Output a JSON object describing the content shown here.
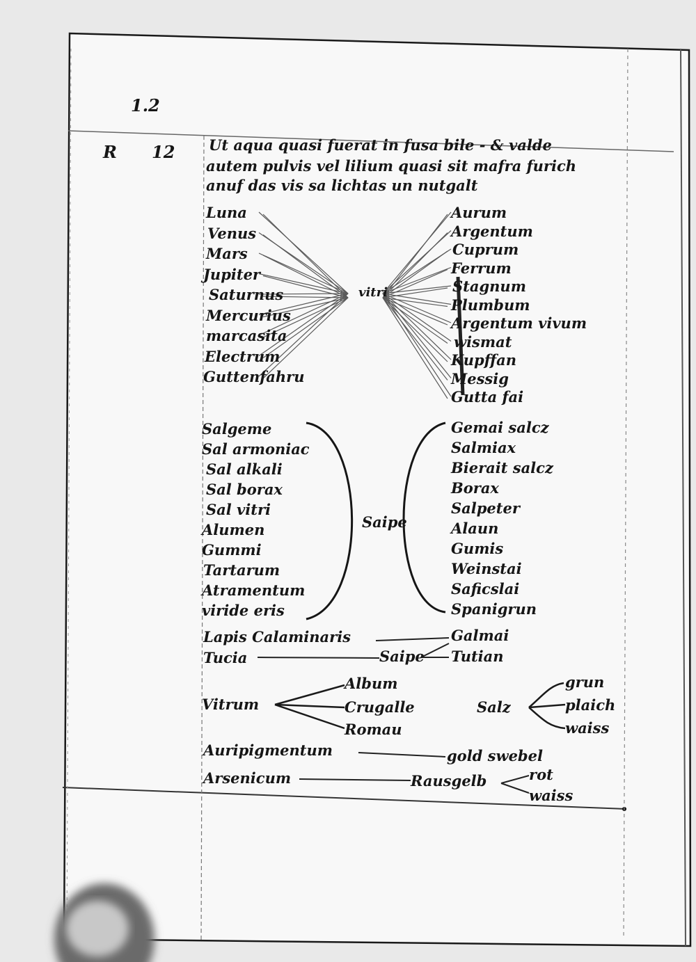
{
  "margin_marks": {
    "top": "1.2",
    "letter": "R",
    "number": "12"
  },
  "heading_lines": [
    "Ut aqua quasi fuerat in fusa bile - & valde",
    "autem pulvis vel lilium quasi sit mafra furich",
    "anuf das vis sa lichtas un nutgalt"
  ],
  "group1": {
    "left": [
      "Luna",
      "Venus",
      "Mars",
      "Jupiter",
      "Saturnus",
      "Mercurius",
      "marcasita",
      "Electrum",
      "Guttenfahru"
    ],
    "center": "vitri",
    "right": [
      "Aurum",
      "Argentum",
      "Cuprum",
      "Ferrum",
      "Stagnum",
      "Plumbum",
      "Argentum vivum",
      "wismat",
      "Kupffan",
      "Messig",
      "Gutta fai"
    ]
  },
  "group2": {
    "left": [
      "Salgeme",
      "Sal armoniac",
      "Sal alkali",
      "Sal borax",
      "Sal vitri",
      "Alumen",
      "Gummi",
      "Tartarum",
      "Atramentum",
      "viride eris"
    ],
    "center": "Saipe",
    "right": [
      "Gemai salcz",
      "Salmiax",
      "Bierait salcz",
      "Borax",
      "Salpeter",
      "Alaun",
      "Gumis",
      "Weinstai",
      "Saficslai",
      "Spanigrun"
    ]
  },
  "line_pair": {
    "left": [
      "Lapis Calaminaris",
      "Tucia"
    ],
    "middle": "Saipe",
    "right": [
      "Galmai",
      "Tutian"
    ]
  },
  "vitrum": {
    "stem": "Vitrum",
    "branches": [
      "Album",
      "Crugalle",
      "Romau"
    ]
  },
  "salz": {
    "stem": "Salz",
    "branches": [
      "grun",
      "plaich",
      "waiss"
    ]
  },
  "bottom": {
    "left": [
      "Auripigmentum",
      "Arsenicum"
    ],
    "right_top": "gold swebel",
    "middle": "Rausgelb",
    "branches": [
      "rot",
      "waiss"
    ]
  }
}
